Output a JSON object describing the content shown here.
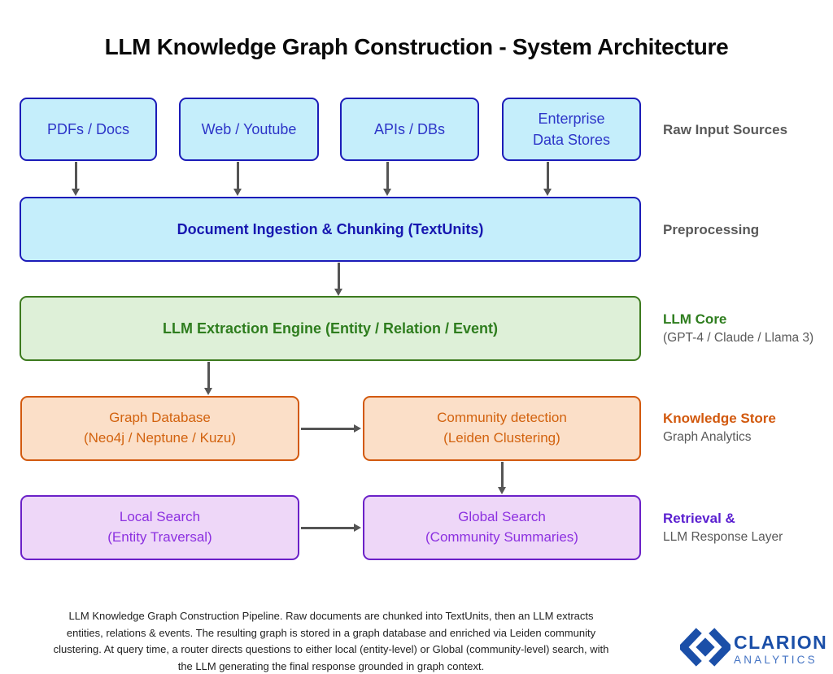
{
  "title": "LLM Knowledge Graph Construction - System Architecture",
  "diagram": {
    "inputs": {
      "side_label": "Raw Input Sources",
      "boxes": [
        {
          "line1": "PDFs / Docs"
        },
        {
          "line1": "Web / Youtube"
        },
        {
          "line1": "APIs / DBs"
        },
        {
          "line1": "Enterprise",
          "line2": "Data Stores"
        }
      ]
    },
    "preprocessing": {
      "side_label": "Preprocessing",
      "box": "Document Ingestion & Chunking (TextUnits)"
    },
    "llm_core": {
      "side_label": "LLM Core",
      "side_sublabel": "(GPT-4 / Claude / Llama 3)",
      "box": "LLM Extraction Engine (Entity / Relation / Event)"
    },
    "knowledge_store": {
      "side_label": "Knowledge Store",
      "side_sublabel": "Graph Analytics",
      "left_box": {
        "line1": "Graph Database",
        "line2": "(Neo4j / Neptune / Kuzu)"
      },
      "right_box": {
        "line1": "Community detection",
        "line2": "(Leiden Clustering)"
      }
    },
    "retrieval": {
      "side_label": "Retrieval &",
      "side_sublabel": "LLM Response Layer",
      "left_box": {
        "line1": "Local Search",
        "line2": "(Entity Traversal)"
      },
      "right_box": {
        "line1": "Global Search",
        "line2": "(Community Summaries)"
      }
    }
  },
  "caption": "LLM Knowledge Graph Construction Pipeline. Raw documents are chunked into TextUnits, then an LLM extracts entities, relations & events. The resulting graph is stored in a graph database and enriched via Leiden community clustering. At query time, a router directs questions to either local (entity-level) or Global (community-level) search, with the LLM generating the final response grounded in graph context.",
  "logo": {
    "name": "CLARION",
    "subname": "ANALYTICS"
  },
  "colors": {
    "input_fill": "#c5eefb",
    "input_border": "#1c1cb8",
    "input_text": "#2d35c8",
    "preprocess_text": "#1717b0",
    "green_fill": "#def0d8",
    "green_border": "#3c7a1e",
    "green_text": "#2e7d1e",
    "orange_fill": "#fbdfc8",
    "orange_border": "#d2590e",
    "orange_text": "#d2620e",
    "purple_fill": "#eed7f8",
    "purple_border": "#6b21c8",
    "purple_text": "#8c30e0",
    "arrow": "#555555",
    "side_label": "#595959",
    "logo_dark": "#1b4fa8",
    "logo_light": "#4574c4"
  }
}
